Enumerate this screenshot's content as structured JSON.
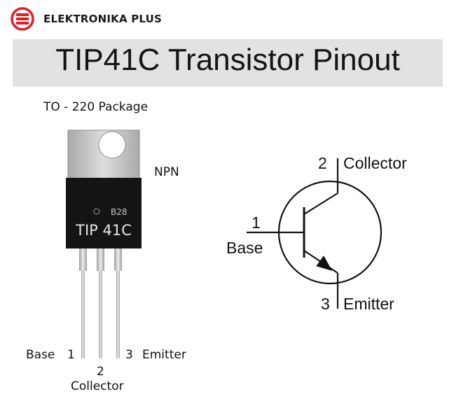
{
  "brand": {
    "name": "ELEKTRONIKA PLUS",
    "logo_icon": "circle-e-logo-icon",
    "logo_color": "#e01e26"
  },
  "title": "TIP41C Transistor Pinout",
  "package": {
    "label": "TO - 220 Package",
    "marking_small": "B28",
    "marking_main": "TIP 41C",
    "pins": [
      {
        "num": "1",
        "name": "Base"
      },
      {
        "num": "2",
        "name": "Collector"
      },
      {
        "num": "3",
        "name": "Emitter"
      }
    ]
  },
  "type_label": "NPN",
  "symbol": {
    "collector": {
      "num": "2",
      "name": "Collector"
    },
    "base": {
      "num": "1",
      "name": "Base"
    },
    "emitter": {
      "num": "3",
      "name": "Emitter"
    }
  },
  "colors": {
    "banner": "#e2e2e2",
    "tab_metal": "#c9c9c9",
    "body": "#111111",
    "leads": "#cfcfcf"
  }
}
